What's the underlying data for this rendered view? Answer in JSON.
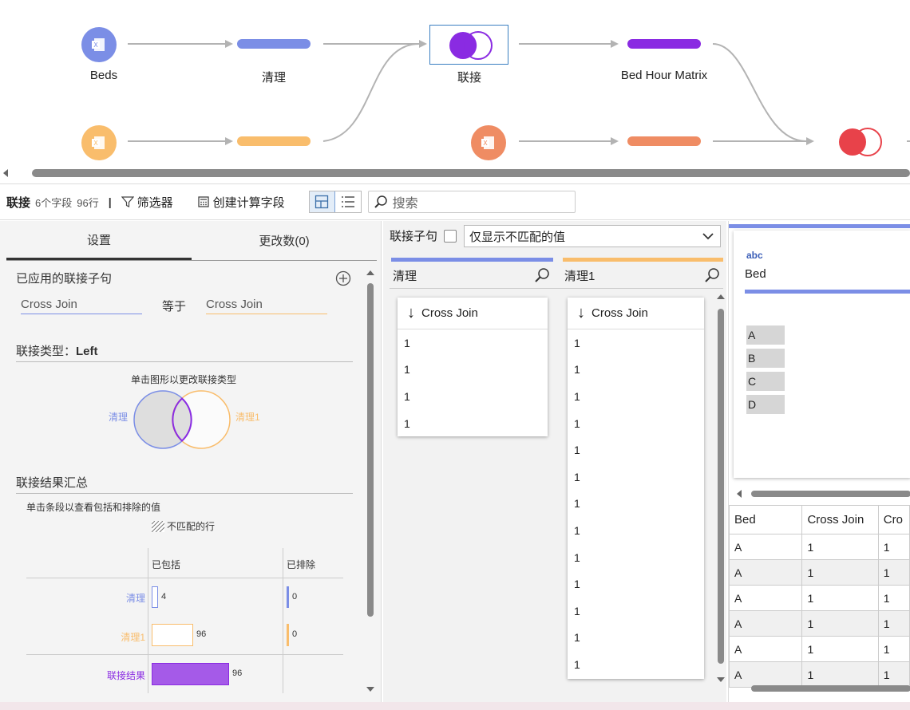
{
  "flow": {
    "nodes": {
      "beds": "Beds",
      "clean": "清理",
      "join": "联接",
      "matrix": "Bed Hour Matrix"
    },
    "colors": {
      "blue": "#7b8ee6",
      "orange": "#f9bd6c",
      "purple": "#8a2be2",
      "salmon": "#ef8c63",
      "red": "#e8424a"
    }
  },
  "toolbar": {
    "title": "联接",
    "fields": "6个字段",
    "rows": "96行",
    "separator": "|",
    "filter": "筛选器",
    "calc": "创建计算字段",
    "search_placeholder": "搜索"
  },
  "left": {
    "tabs": [
      "设置",
      "更改数(0)"
    ],
    "applied_clause": "已应用的联接子句",
    "left_field": "Cross Join",
    "equals": "等于",
    "right_field": "Cross Join",
    "join_type_label": "联接类型：",
    "join_type_value": "Left",
    "venn_hint": "单击图形以更改联接类型",
    "venn_left": "清理",
    "venn_right": "清理1",
    "summary_title": "联接结果汇总",
    "summary_hint": "单击条段以查看包括和排除的值",
    "unmatched": "不匹配的行",
    "col_included": "已包括",
    "col_excluded": "已排除",
    "rows": [
      {
        "name": "清理",
        "included": "4",
        "excluded": "0",
        "color": "#7b8ee6"
      },
      {
        "name": "清理1",
        "included": "96",
        "excluded": "0",
        "color": "#f9bd6c"
      },
      {
        "name": "联接结果",
        "included": "96",
        "color": "#8a2be2"
      }
    ]
  },
  "middle": {
    "clause_label": "联接子句",
    "dropdown": "仅显示不匹配的值",
    "left_source": "清理",
    "right_source": "清理1",
    "left_field": "Cross Join",
    "right_field": "Cross Join",
    "left_values": [
      "1",
      "1",
      "1",
      "1"
    ],
    "right_values": [
      "1",
      "1",
      "1",
      "1",
      "1",
      "1",
      "1",
      "1",
      "1",
      "1",
      "1",
      "1",
      "1"
    ]
  },
  "right": {
    "type_badge": "abc",
    "field": "Bed",
    "values": [
      "A",
      "B",
      "C",
      "D"
    ],
    "grid_headers": [
      "Bed",
      "Cross Join",
      "Cro"
    ],
    "grid_rows": [
      [
        "A",
        "1",
        "1"
      ],
      [
        "A",
        "1",
        "1"
      ],
      [
        "A",
        "1",
        "1"
      ],
      [
        "A",
        "1",
        "1"
      ],
      [
        "A",
        "1",
        "1"
      ],
      [
        "A",
        "1",
        "1"
      ]
    ]
  }
}
